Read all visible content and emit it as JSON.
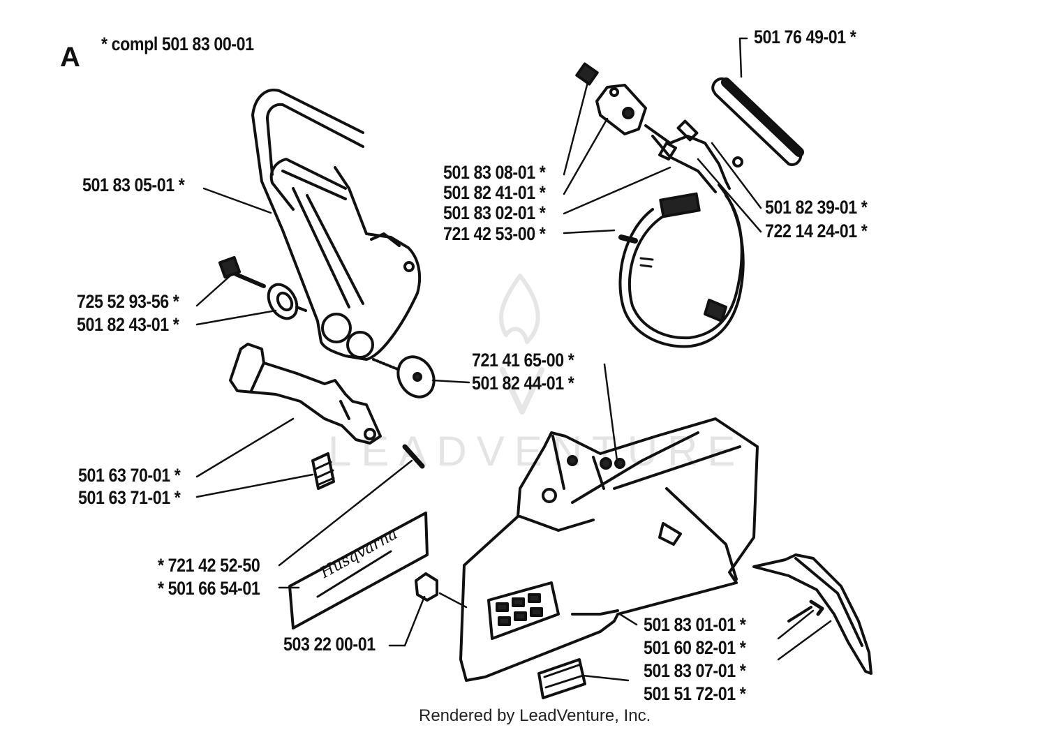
{
  "section_letter": "A",
  "complete_kit": "*  compl 501 83 00-01",
  "parts": [
    "501 76 49-01  *",
    "501 83 08-01  *",
    "501 82 41-01  *",
    "501 83 02-01  *",
    "721 42 53-00  *",
    "501 82 39-01  *",
    "722 14 24-01  *",
    "501 83 05-01  *",
    "725 52 93-56  *",
    "501 82 43-01  *",
    "721 41 65-00  *",
    "501 82 44-01  *",
    "501 63 70-01  *",
    "501 63 71-01  *",
    "*  721 42 52-50",
    "*  501 66 54-01",
    "503 22 00-01",
    "501 83 01-01  *",
    "501 60 82-01  *",
    "501 83 07-01  *",
    "501 51 72-01  *"
  ],
  "decal_text": "Husqvarna",
  "watermark": "LEADVENTURE",
  "footer": "Rendered by LeadVenture, Inc."
}
